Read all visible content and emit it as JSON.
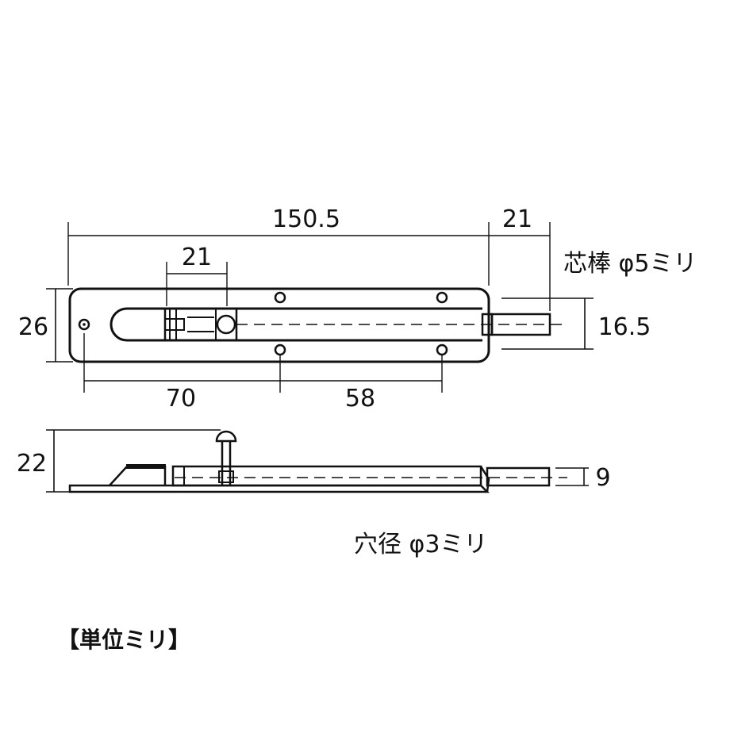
{
  "top_view": {
    "overall_length": "150.5",
    "rod_protrusion": "21",
    "knob_slot": "21",
    "height": "26",
    "rod_span": "16.5",
    "hole_pitch_1": "70",
    "hole_pitch_2": "58"
  },
  "side_view": {
    "height": "22",
    "rod_thickness": "9"
  },
  "notes": {
    "rod_diameter": "芯棒 φ5ミリ",
    "hole_diameter": "穴径 φ3ミリ",
    "units": "【単位ミリ】"
  },
  "colors": {
    "line": "#111111",
    "background": "#ffffff"
  }
}
